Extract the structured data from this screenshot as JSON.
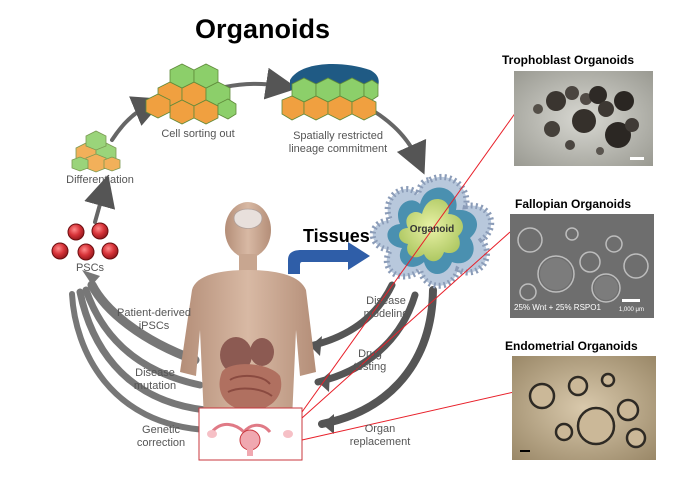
{
  "title": "Organoids",
  "tissues_label": "Tissues",
  "organoid_label": "Organoid",
  "cycle_labels": {
    "psc": "PSCs",
    "differentiation": "Differentiation",
    "cell_sorting": "Cell sorting out",
    "lineage_line1": "Spatially restricted",
    "lineage_line2": "lineage commitment"
  },
  "application_labels": {
    "disease_modeling_1": "Disease",
    "disease_modeling_2": "modeling",
    "drug_testing_1": "Drug",
    "drug_testing_2": "testing",
    "organ_replacement_1": "Organ",
    "organ_replacement_2": "replacement"
  },
  "source_labels": {
    "ipsc_1": "Patient-derived",
    "ipsc_2": "iPSCs",
    "mutation_1": "Disease",
    "mutation_2": "mutation",
    "correction_1": "Genetic",
    "correction_2": "correction"
  },
  "panels": {
    "trophoblast": {
      "title": "Trophoblast Organoids"
    },
    "fallopian": {
      "title": "Fallopian Organoids",
      "caption": "25% Wnt + 25% RSPO1",
      "scale": "1,000 μm"
    },
    "endometrial": {
      "title": "Endometrial Organoids"
    }
  },
  "colors": {
    "connector_line": "#e8202a",
    "blue_arrow": "#2f5ea8",
    "cell_orange": "#f0a040",
    "cell_green": "#8ccf6a",
    "psc_red": "#c8282e"
  }
}
